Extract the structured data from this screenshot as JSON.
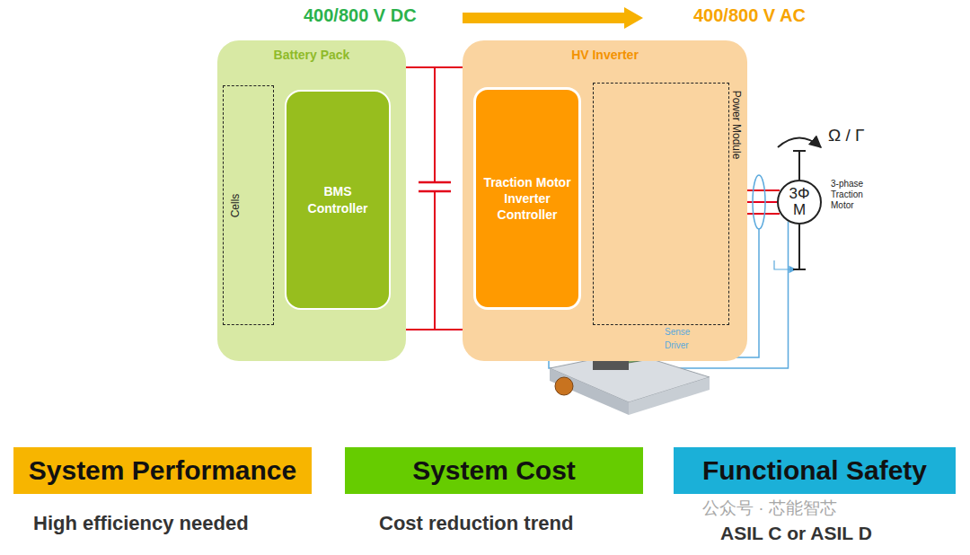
{
  "diagram": {
    "nodes": [
      {
        "text": [
          "Battery Pack"
        ]
      },
      {
        "text": [
          "Cells"
        ],
        "in": 0
      },
      {
        "text": [
          "BMS Controller"
        ],
        "in": 0
      },
      {
        "text": [
          "HV Inverter"
        ]
      },
      {
        "text": [
          "Traction Motor Inverter Controller"
        ],
        "in": 3
      },
      {
        "text": [
          "Power Module"
        ],
        "in": 3
      },
      {
        "text": [
          "3Φ M",
          "3-phase Traction Motor"
        ]
      },
      {
        "text": [
          "System Performance"
        ]
      },
      {
        "text": [
          "System Cost"
        ]
      },
      {
        "text": [
          "Functional Safety"
        ]
      }
    ],
    "edges": [
      {
        "from": 5,
        "to": 6,
        "arrow": "none"
      },
      {
        "from": 6,
        "to": 4,
        "arrow": "to"
      }
    ],
    "labels": [
      "400/800 V DC",
      "400/800 V AC",
      "Ω / Γ",
      "Sense",
      "Driver",
      "High efficiency needed",
      "Cost reduction trend",
      "ASIL C or ASIL D",
      "公众号 · 芯能智芯"
    ]
  }
}
